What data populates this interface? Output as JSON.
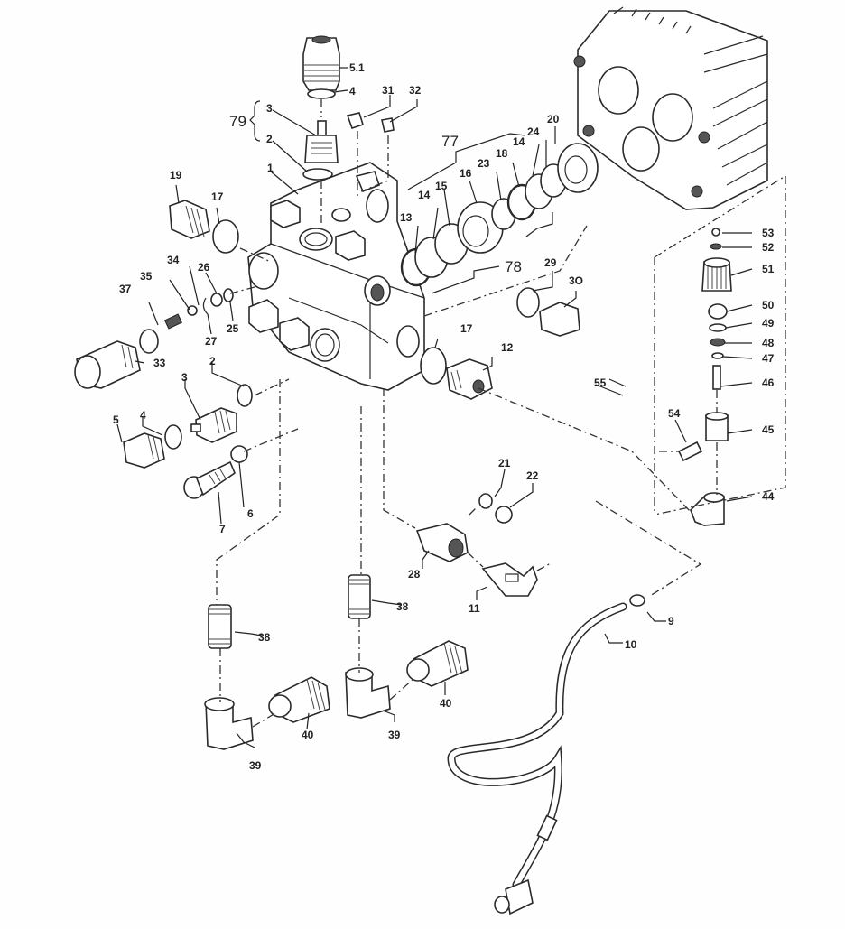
{
  "diagram": {
    "type": "exploded-parts-diagram",
    "subject": "pressure washer pump manifold / valve head assembly",
    "line_color": "#2a2a2a",
    "background": "#fefefe",
    "group_labels": {
      "g79": "79",
      "g77": "77",
      "g78": "78"
    },
    "labels": {
      "p1": "1",
      "p2a": "2",
      "p2b": "2",
      "p3a": "3",
      "p3b": "3",
      "p4a": "4",
      "p4b": "4",
      "p5": "5",
      "p5_1": "5.1",
      "p6": "6",
      "p7": "7",
      "p9": "9",
      "p10": "10",
      "p11": "11",
      "p12": "12",
      "p13": "13",
      "p14a": "14",
      "p14b": "14",
      "p15": "15",
      "p16": "16",
      "p17a": "17",
      "p17b": "17",
      "p18": "18",
      "p19": "19",
      "p20": "20",
      "p21": "21",
      "p22": "22",
      "p23": "23",
      "p24": "24",
      "p25": "25",
      "p26": "26",
      "p27": "27",
      "p28": "28",
      "p29": "29",
      "p30": "3O",
      "p31": "31",
      "p32": "32",
      "p33": "33",
      "p34": "34",
      "p35": "35",
      "p37": "37",
      "p38a": "38",
      "p38b": "38",
      "p39a": "39",
      "p39b": "39",
      "p40a": "40",
      "p40b": "40",
      "p44": "44",
      "p45": "45",
      "p46": "46",
      "p47": "47",
      "p48": "48",
      "p49": "49",
      "p50": "50",
      "p51": "51",
      "p52": "52",
      "p53": "53",
      "p54": "54",
      "p55": "55"
    }
  }
}
